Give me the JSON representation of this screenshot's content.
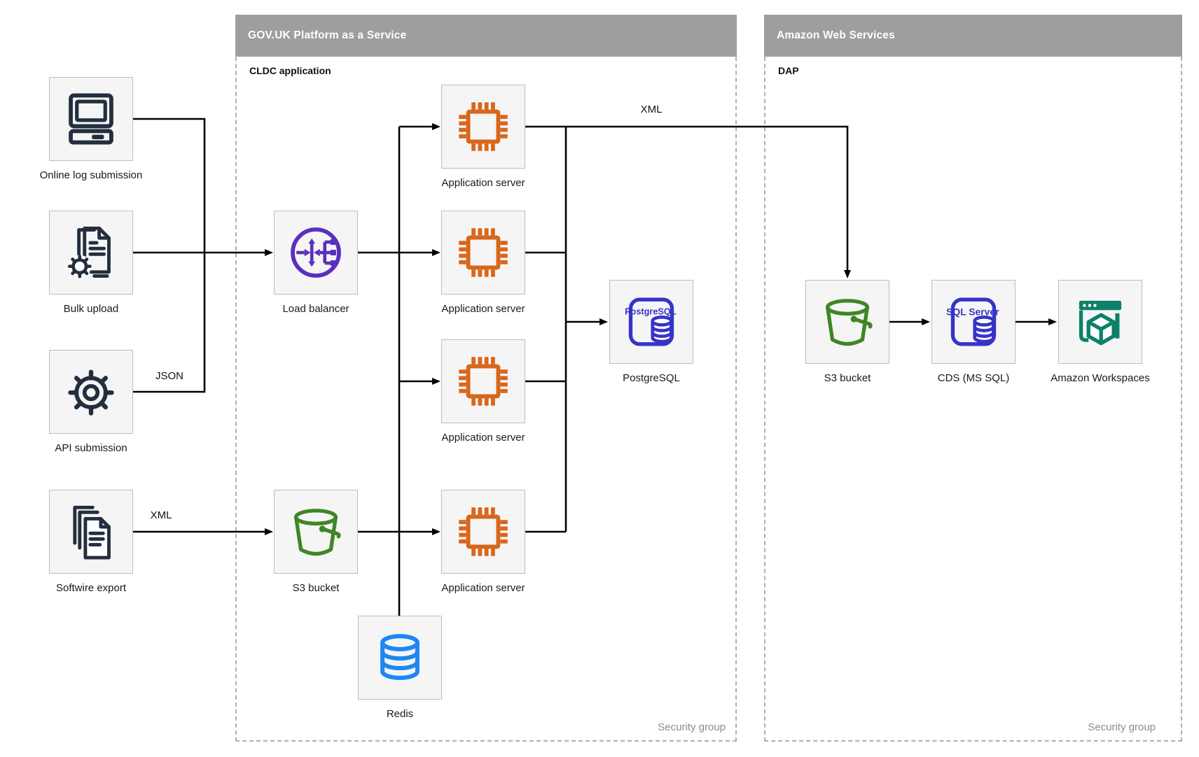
{
  "containers": {
    "paas": {
      "title": "GOV.UK Platform as a Service",
      "sublabel": "CLDC application",
      "footer": "Security group"
    },
    "aws": {
      "title": "Amazon Web Services",
      "sublabel": "DAP",
      "footer": "Security group"
    }
  },
  "nodes": [
    {
      "id": "online-log-submission",
      "label": "Online log submission",
      "icon": "computer-icon"
    },
    {
      "id": "bulk-upload",
      "label": "Bulk upload",
      "icon": "document-gear-icon"
    },
    {
      "id": "api-submission",
      "label": "API submission",
      "icon": "gear-icon"
    },
    {
      "id": "softwire-export",
      "label": "Softwire export",
      "icon": "documents-icon"
    },
    {
      "id": "load-balancer",
      "label": "Load balancer",
      "icon": "load-balancer-icon"
    },
    {
      "id": "s3-bucket-paas",
      "label": "S3 bucket",
      "icon": "bucket-icon"
    },
    {
      "id": "app-server-1",
      "label": "Application server",
      "icon": "chip-icon"
    },
    {
      "id": "app-server-2",
      "label": "Application server",
      "icon": "chip-icon"
    },
    {
      "id": "app-server-3",
      "label": "Application server",
      "icon": "chip-icon"
    },
    {
      "id": "app-server-4",
      "label": "Application server",
      "icon": "chip-icon"
    },
    {
      "id": "redis",
      "label": "Redis",
      "icon": "database-icon"
    },
    {
      "id": "postgresql",
      "label": "PostgreSQL",
      "icon": "postgresql-icon",
      "badge": "PostgreSQL"
    },
    {
      "id": "s3-bucket-aws",
      "label": "S3 bucket",
      "icon": "bucket-icon"
    },
    {
      "id": "cds-mssql",
      "label": "CDS (MS SQL)",
      "icon": "sql-server-icon",
      "badge": "SQL Server"
    },
    {
      "id": "amazon-workspaces",
      "label": "Amazon Workspaces",
      "icon": "workspaces-icon"
    }
  ],
  "edge_labels": {
    "json": "JSON",
    "xml_left": "XML",
    "xml_right": "XML"
  },
  "colors": {
    "header_bg": "#9e9e9e",
    "header_text": "#ffffff",
    "node_bg": "#f5f5f5",
    "node_border": "#bdbdbd",
    "container_border": "#b0b0b0",
    "source_icon": "#232f3e",
    "load_balancer": "#5a2fbe",
    "app_server": "#d9661a",
    "bucket": "#3f8624",
    "sql": "#3634c8",
    "workspaces": "#0d8068",
    "redis": "#1d87f2",
    "wire": "#000000",
    "security_text": "#8c8c8c"
  }
}
